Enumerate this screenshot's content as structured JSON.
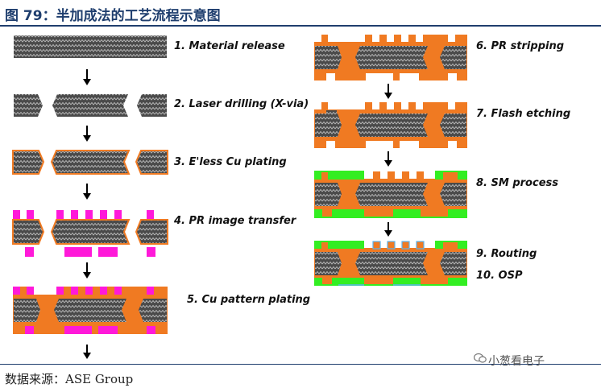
{
  "title": "图 79：半加成法的工艺流程示意图",
  "source": "数据来源：ASE Group",
  "watermark": "小葱看电子",
  "colors": {
    "core": "#4a4a4a",
    "copper": "#f07a22",
    "photoresist": "#ff19d9",
    "solder_mask": "#33ee22",
    "osp": "#5ab4f0",
    "title": "#1f3e6e"
  },
  "steps": [
    {
      "label": "1. Material release"
    },
    {
      "label": "2. Laser drilling (X-via)"
    },
    {
      "label": "3. E'less Cu plating"
    },
    {
      "label": "4. PR image transfer"
    },
    {
      "label": "5. Cu pattern plating"
    },
    {
      "label": "6. PR stripping"
    },
    {
      "label": "7. Flash etching"
    },
    {
      "label": "8. SM process"
    },
    {
      "label": "9. Routing"
    },
    {
      "label": "10. OSP"
    }
  ]
}
